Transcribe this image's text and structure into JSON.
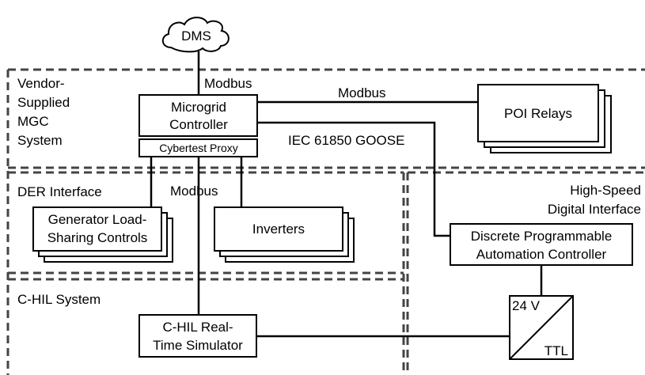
{
  "cloud": {
    "label": "DMS"
  },
  "regions": {
    "mgc": {
      "line1": "Vendor-",
      "line2": "Supplied",
      "line3": "MGC",
      "line4": "System"
    },
    "der": {
      "label": "DER Interface"
    },
    "hsdi": {
      "line1": "High-Speed",
      "line2": "Digital Interface"
    },
    "chil": {
      "label": "C-HIL System"
    }
  },
  "blocks": {
    "microgrid": {
      "line1": "Microgrid",
      "line2": "Controller"
    },
    "proxy": {
      "label": "Cybertest Proxy"
    },
    "poi": {
      "label": "POI Relays"
    },
    "generator": {
      "line1": "Generator Load-",
      "line2": "Sharing Controls"
    },
    "inverters": {
      "label": "Inverters"
    },
    "pac": {
      "line1": "Discrete Programmable",
      "line2": "Automation Controller"
    },
    "simulator": {
      "line1": "C-HIL Real-",
      "line2": "Time Simulator"
    },
    "converter": {
      "top": "24 V",
      "bottom": "TTL"
    }
  },
  "links": {
    "dms_modbus": "Modbus",
    "poi_modbus": "Modbus",
    "goose": "IEC 61850 GOOSE",
    "der_modbus": "Modbus"
  }
}
